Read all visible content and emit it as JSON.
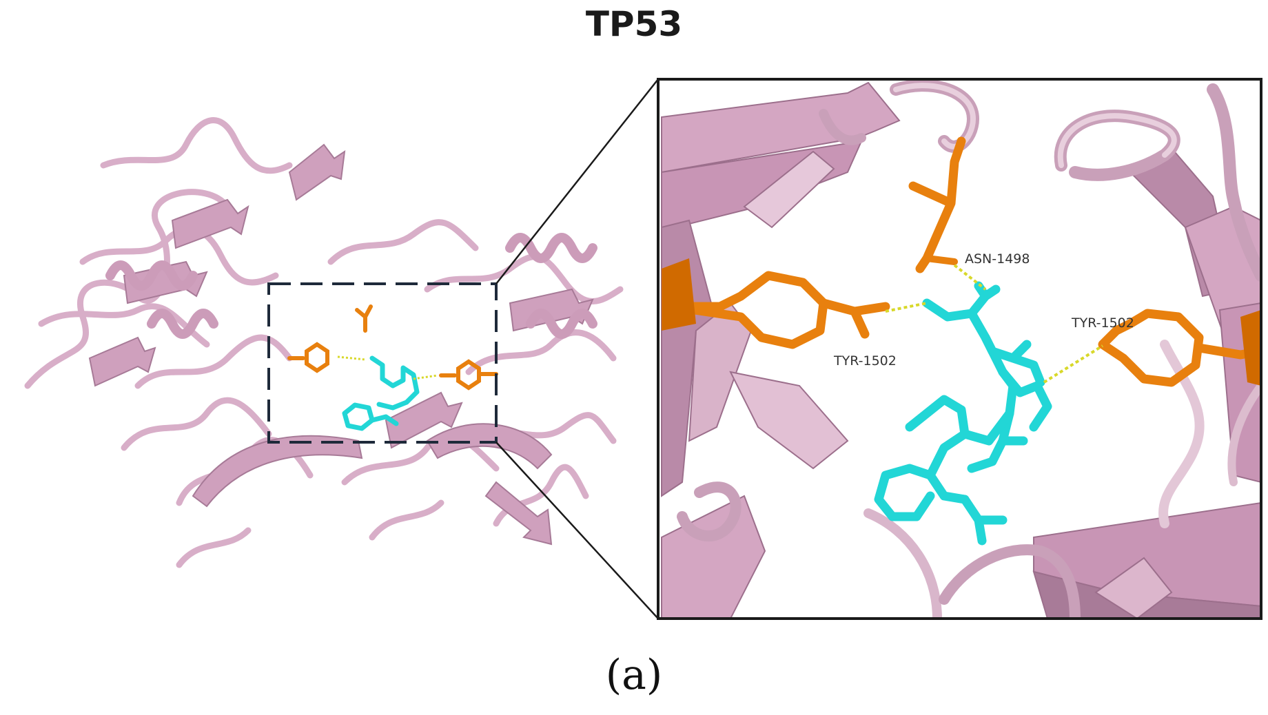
{
  "figure": {
    "title": "TP53",
    "caption": "(a)"
  },
  "residues": [
    {
      "label": "ASN-1498"
    },
    {
      "label": "TYR-1502"
    },
    {
      "label": "TYR-1502"
    }
  ],
  "colors": {
    "protein": "#d6a9c4",
    "protein_dark": "#9c6f8c",
    "residue": "#e8800e",
    "ligand": "#22d6d6",
    "hbond": "#d8d82a",
    "frame": "#1a1a1a",
    "zoom_box": "#1e2a3a"
  }
}
